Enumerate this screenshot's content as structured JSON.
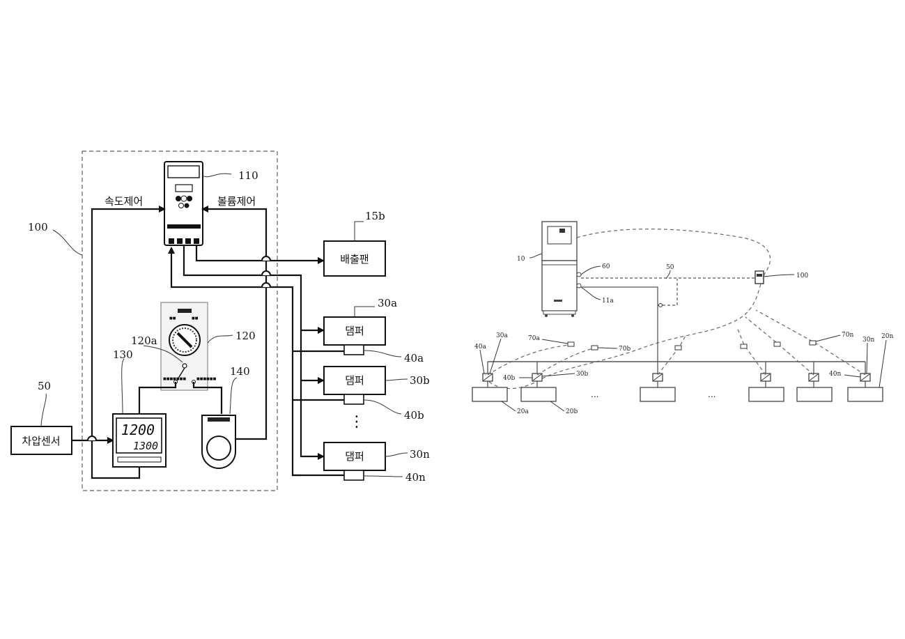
{
  "left": {
    "ref_100": "100",
    "ref_110": "110",
    "ref_120": "120",
    "ref_120a": "120a",
    "ref_130": "130",
    "ref_140": "140",
    "ref_50": "50",
    "ref_15b": "15b",
    "ref_30a": "30a",
    "ref_30b": "30b",
    "ref_30n": "30n",
    "ref_40a": "40a",
    "ref_40b": "40b",
    "ref_40n": "40n",
    "speed_control": "속도제어",
    "volume_control": "볼륨제어",
    "sensor": "차압센서",
    "exhaust_fan": "배출팬",
    "damper_a": "댐퍼",
    "damper_b": "댐퍼",
    "damper_n": "댐퍼",
    "display_top": "1200",
    "display_bottom": "1300",
    "ellipsis": "⋮"
  },
  "right": {
    "ref_10": "10",
    "ref_60": "60",
    "ref_11a": "11a",
    "ref_50": "50",
    "ref_100": "100",
    "ref_30a": "30a",
    "ref_30b": "30b",
    "ref_30n": "30n",
    "ref_40a": "40a",
    "ref_40b": "40b",
    "ref_40n": "40n",
    "ref_70a": "70a",
    "ref_70b": "70b",
    "ref_70n": "70n",
    "ref_20a": "20a",
    "ref_20b": "20b",
    "ref_20n": "20n",
    "ellipsis_1": "...",
    "ellipsis_2": "..."
  }
}
